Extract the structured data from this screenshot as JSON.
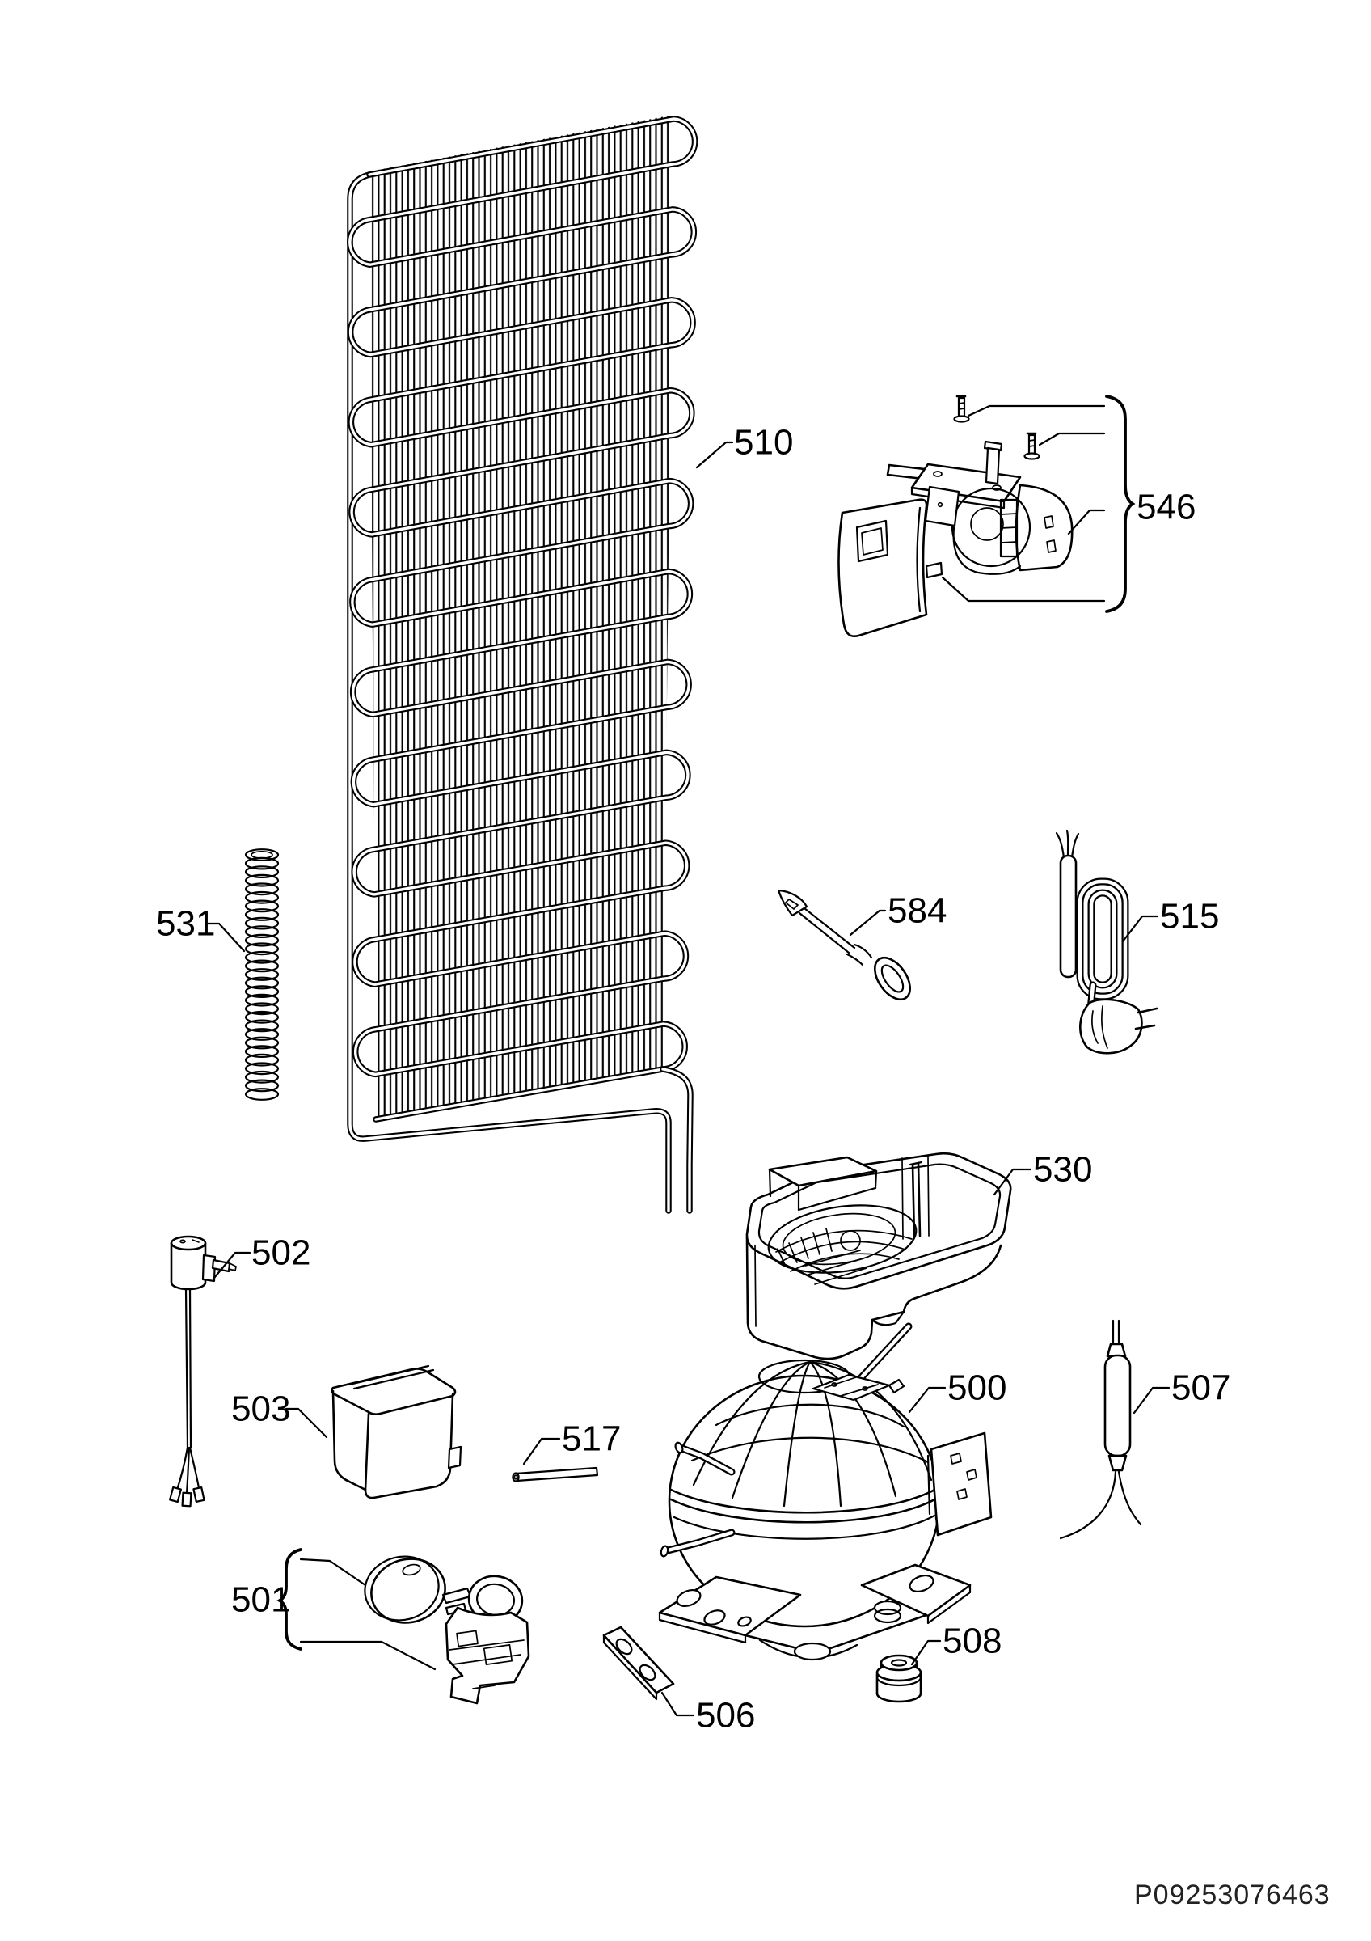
{
  "diagram": {
    "background": "#ffffff",
    "ink": "#000000",
    "part_number": "P09253076463",
    "callouts": {
      "c500": "500",
      "c501": "501",
      "c502": "502",
      "c503": "503",
      "c506": "506",
      "c507": "507",
      "c508": "508",
      "c510": "510",
      "c515": "515",
      "c517": "517",
      "c530": "530",
      "c531": "531",
      "c546": "546",
      "c584": "584"
    }
  }
}
